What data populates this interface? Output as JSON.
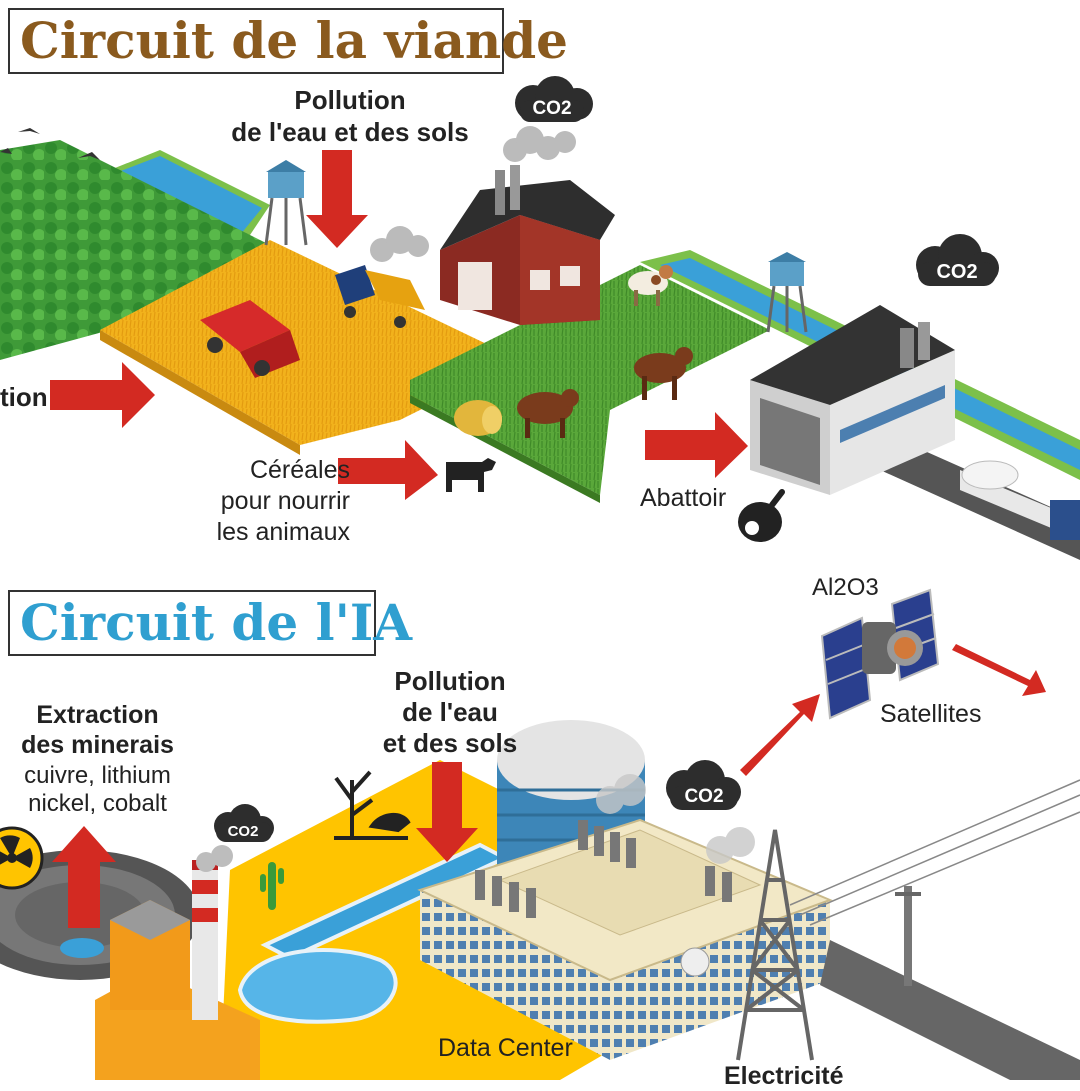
{
  "meat_circuit": {
    "title": "Circuit de la viande",
    "pollution_lines": [
      "Pollution",
      "de l'eau et des sols"
    ],
    "left_cut_label": "tion",
    "cereals_lines": [
      "Céréales",
      "pour nourrir",
      "les animaux"
    ],
    "slaughterhouse": "Abattoir",
    "co2": "CO2"
  },
  "ai_circuit": {
    "title": "Circuit de l'IA",
    "extraction_lines": [
      "Extraction",
      "des minerais"
    ],
    "minerals_lines": [
      "cuivre, lithium",
      "nickel, cobalt"
    ],
    "pollution_lines": [
      "Pollution",
      "de l'eau",
      "et des sols"
    ],
    "alumina": "Al2O3",
    "satellites": "Satellites",
    "data_center": "Data Center",
    "electricity": "Electricité",
    "co2": "CO2"
  },
  "colors": {
    "meat_title": "#8a5a1e",
    "ai_title": "#2f9fd0",
    "arrow_red": "#d32a22",
    "wheat": "#f2b21c",
    "grass": "#5aa83a",
    "water": "#3aa0d8",
    "yellow_ground": "#ffc400"
  }
}
